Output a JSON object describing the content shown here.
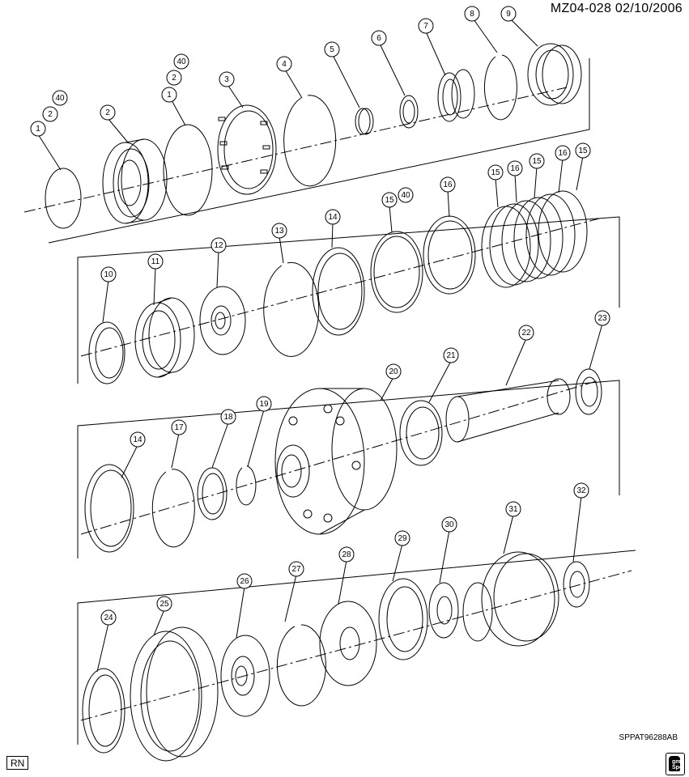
{
  "header": {
    "code": "MZ04-028",
    "date": "02/10/2006"
  },
  "diagram_code": "SPPAT96288AB",
  "corner_label": "RN",
  "logo_text": [
    "gm",
    "Spo"
  ],
  "callouts": {
    "c1a": "1",
    "c2a": "2",
    "c40a": "40",
    "c2b": "2",
    "c1b": "1",
    "c2c": "2",
    "c40b": "40",
    "c3": "3",
    "c4": "4",
    "c5": "5",
    "c6": "6",
    "c7": "7",
    "c8": "8",
    "c9": "9",
    "c10": "10",
    "c11": "11",
    "c12": "12",
    "c13": "13",
    "c14a": "14",
    "c15a": "15",
    "c40c": "40",
    "c16a": "16",
    "c15b": "15",
    "c16b": "16",
    "c15c": "15",
    "c16c": "16",
    "c15d": "15",
    "c14b": "14",
    "c17": "17",
    "c18": "18",
    "c19": "19",
    "c20": "20",
    "c21": "21",
    "c22": "22",
    "c23": "23",
    "c24": "24",
    "c25": "25",
    "c26": "26",
    "c27": "27",
    "c28": "28",
    "c29": "29",
    "c30": "30",
    "c31": "31",
    "c32": "32"
  }
}
